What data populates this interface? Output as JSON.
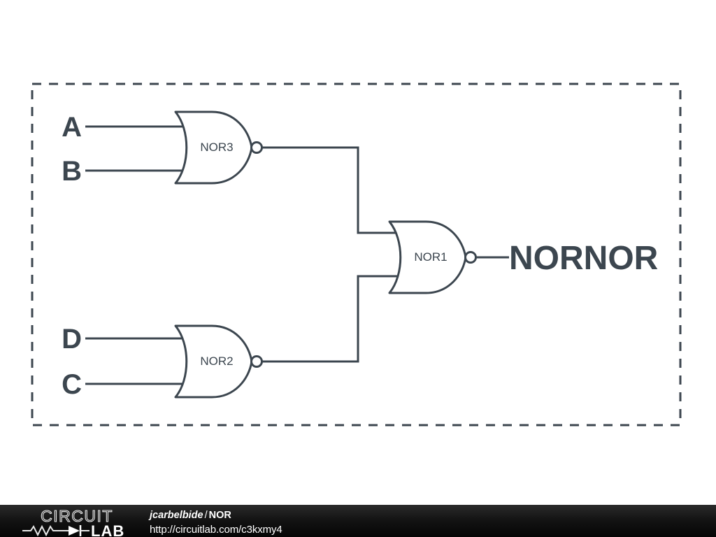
{
  "colors": {
    "ink": "#3c464f",
    "canvas_background": "#ffffff",
    "footer_background": "#141414",
    "footer_text": "#ffffff"
  },
  "schematic": {
    "selection_border": "dashed",
    "input_labels": [
      {
        "name": "A",
        "text": "A"
      },
      {
        "name": "B",
        "text": "B"
      },
      {
        "name": "D",
        "text": "D"
      },
      {
        "name": "C",
        "text": "C"
      }
    ],
    "gates": [
      {
        "id": "NOR3",
        "label": "NOR3",
        "type": "nor",
        "inputs": [
          "A",
          "B"
        ]
      },
      {
        "id": "NOR2",
        "label": "NOR2",
        "type": "nor",
        "inputs": [
          "D",
          "C"
        ]
      },
      {
        "id": "NOR1",
        "label": "NOR1",
        "type": "nor",
        "inputs": [
          "NOR3",
          "NOR2"
        ]
      }
    ],
    "output_label": "NORNOR"
  },
  "footer": {
    "logo_word_1": "CIRCUIT",
    "logo_word_2": "LAB",
    "author": "jcarbelbide",
    "separator": "/",
    "circuit_name": "NOR",
    "url": "http://circuitlab.com/c3kxmy4"
  }
}
